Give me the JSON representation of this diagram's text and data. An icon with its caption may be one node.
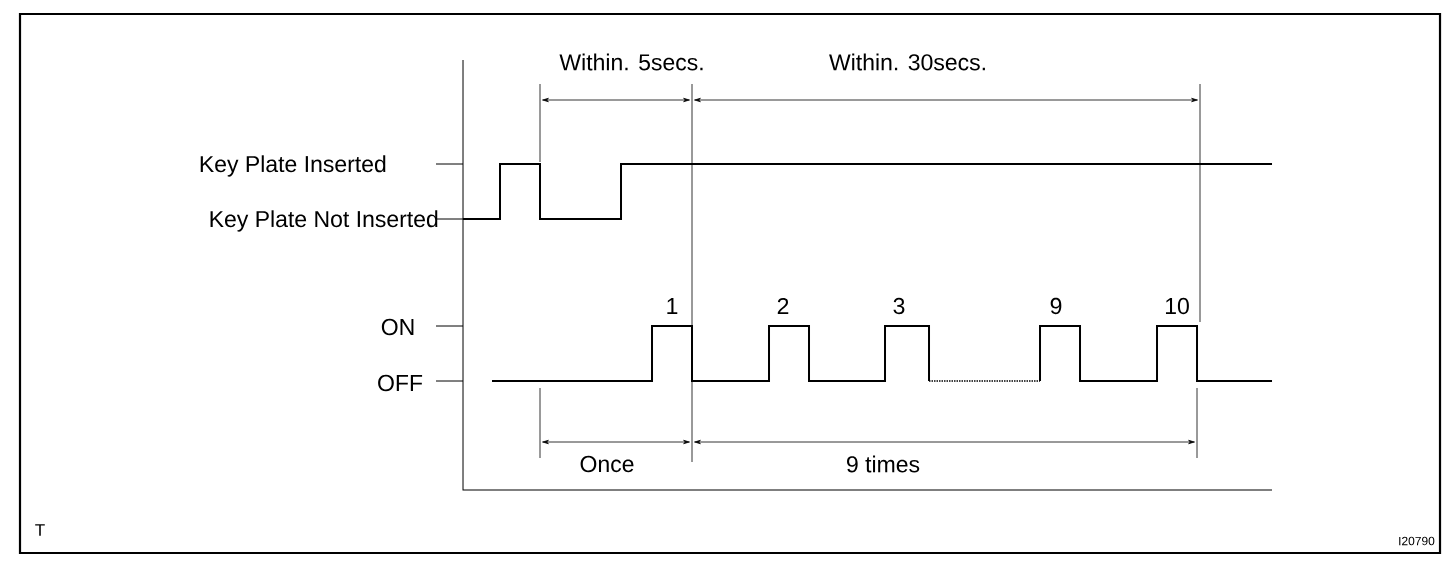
{
  "diagram": {
    "labels": [
      "Within. 5secs.",
      "Within. 30secs.",
      "Key Plate Inserted",
      "Key Plate Not Inserted",
      "1",
      "2",
      "3",
      "9",
      "10",
      "ON",
      "OFF",
      "Once",
      "9 times",
      "T",
      "I20790"
    ]
  }
}
